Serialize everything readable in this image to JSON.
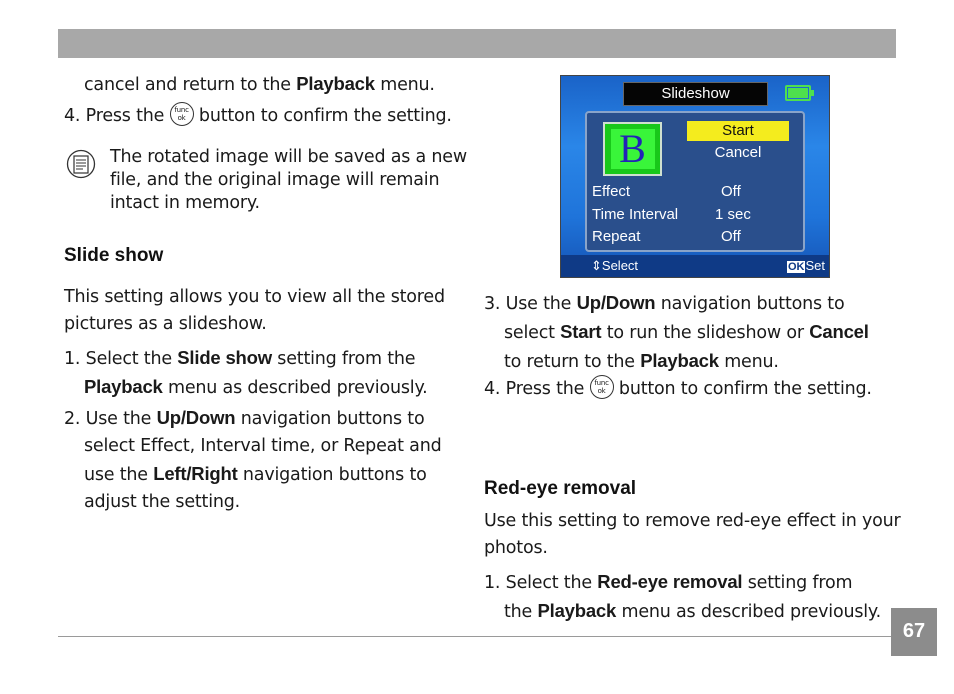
{
  "left": {
    "cont_a": "cancel and return to the ",
    "cont_b": "Playback",
    "cont_c": " menu.",
    "step4_a": "4. Press the ",
    "step4_c": " button to confirm the setting.",
    "func_top": "func",
    "func_bottom": "ok",
    "note_line1": "The rotated image will be saved as a new",
    "note_line2": "file, and the original image will remain",
    "note_line3": "intact in memory.",
    "section_title": "Slide show",
    "intro_line1": "This setting allows you to view all the stored",
    "intro_line2": "pictures as a slideshow.",
    "s1_a": "1. Select the ",
    "s1_b": "Slide show",
    "s1_c": " setting from the",
    "s1_d": "Playback",
    "s1_e": " menu as described previously.",
    "s2_a": "2. Use the ",
    "s2_b": "Up/Down",
    "s2_c": " navigation buttons to",
    "s2_line2": "select Effect, Interval time, or Repeat and",
    "s2_d": "use the ",
    "s2_e": "Left/Right",
    "s2_f": " navigation buttons to",
    "s2_line4": "adjust the setting."
  },
  "screen": {
    "title": "Slideshow",
    "thumb_letter": "B",
    "opt_start": "Start",
    "opt_cancel": "Cancel",
    "rows": [
      {
        "label": "Effect",
        "value": "Off"
      },
      {
        "label": "Time Interval",
        "value": "1 sec"
      },
      {
        "label": "Repeat",
        "value": "Off"
      }
    ],
    "footer_left": "Select",
    "footer_right": "Set",
    "footer_ok": "OK"
  },
  "right": {
    "s3_a": "3. Use the ",
    "s3_b": "Up/Down",
    "s3_c": " navigation buttons to",
    "s3_d": "select ",
    "s3_e": "Start",
    "s3_f": " to run the slideshow or ",
    "s3_g": "Cancel",
    "s3_h": "to return to the ",
    "s3_i": "Playback",
    "s3_j": " menu.",
    "s4_a": "4. Press the ",
    "s4_c": " button to confirm the setting.",
    "section_title": "Red-eye removal",
    "intro_line1": "Use this setting to remove red-eye effect in your",
    "intro_line2": "photos.",
    "r1_a": "1. Select the ",
    "r1_b": "Red-eye removal",
    "r1_c": " setting from",
    "r1_d": "the ",
    "r1_e": "Playback",
    "r1_f": " menu as described previously."
  },
  "page_number": "67",
  "colors": {
    "header_bar": "#a8a8a8",
    "page_tab": "#8c8c8c",
    "highlight": "#f4ec1e",
    "thumb_green": "#39f53a"
  }
}
